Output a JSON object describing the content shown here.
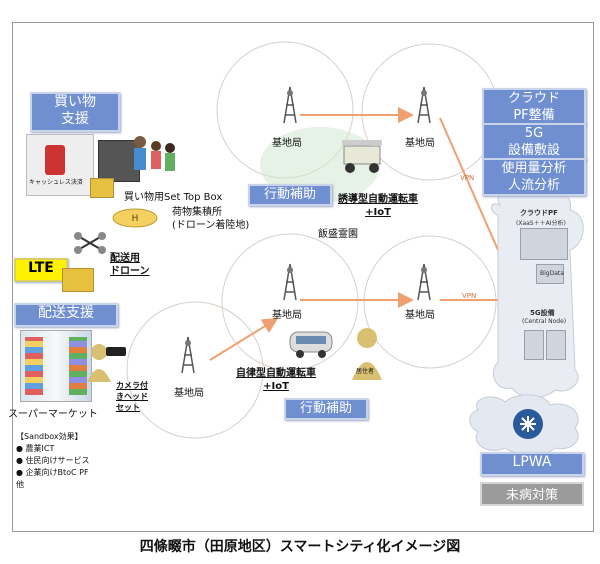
{
  "caption": "四條畷市（田原地区）スマートシティ化イメージ図",
  "left_boxes": {
    "shopping": [
      "買い物",
      "支援"
    ],
    "delivery": "配送支援",
    "lte": "LTE"
  },
  "right_boxes": {
    "cloud_pf": [
      "クラウド",
      "PF整備"
    ],
    "fiveg": [
      "5G",
      "設備敷設"
    ],
    "analytics": [
      "使用量分析",
      "人流分析"
    ],
    "lpwa": "LPWA",
    "mibyo": "未病対策"
  },
  "mid_boxes": {
    "action_support_1": "行動補助",
    "action_support_2": "行動補助"
  },
  "labels": {
    "base_station": "基地局",
    "cashless": "キャッシュレス決済",
    "set_top_box": "買い物用Set Top Box",
    "cargo_hub": [
      "荷物集積所",
      "(ドローン着陸地)"
    ],
    "drone": [
      "配送用",
      "ドローン"
    ],
    "supermarket": "スーパーマーケット",
    "camera_headset": [
      "カメラ付",
      "きヘッド",
      "セット"
    ],
    "guided_vehicle": [
      "誘導型自動運転車",
      "+IoT"
    ],
    "autonomous_vehicle": [
      "自律型自動運転車",
      "+IoT"
    ],
    "iimori": "飯盛霊園",
    "resident": "居住者",
    "vpn_1": "VPN",
    "vpn_2": "VPN",
    "cloud_pf_title": "クラウドPF",
    "cloud_pf_sub": "(XaaS＋＋AI分析)",
    "bigdata": "BigData",
    "fiveg_equip": "5G設備",
    "central_node": "(Central Node)"
  },
  "sandbox": {
    "title": "【Sandbox効果】",
    "items": [
      "● 農業ICT",
      "● 住民向けサービス",
      "● 企業向けBtoC PF",
      "他"
    ]
  },
  "colors": {
    "box_blue": "#6f8fd0",
    "arrow_orange": "#f0a070",
    "gray": "#9b9b9b"
  }
}
